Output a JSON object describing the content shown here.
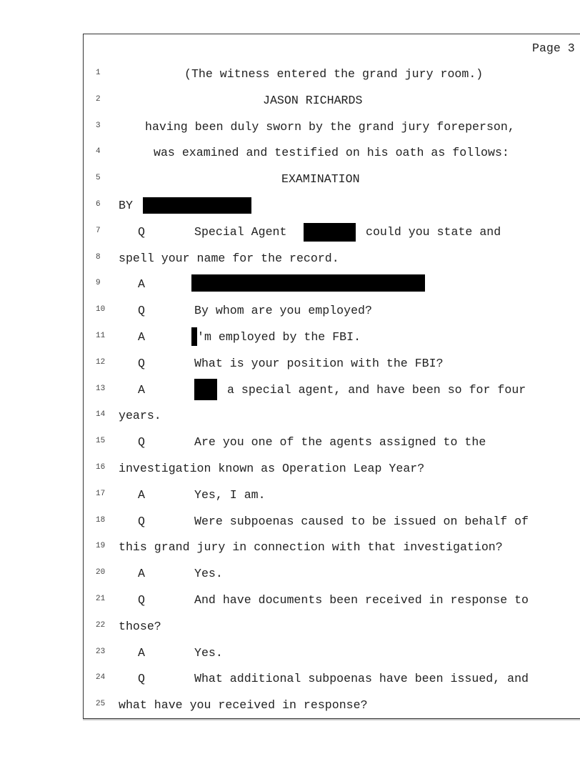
{
  "page_label": "Page 3",
  "line_numbers": [
    "1",
    "2",
    "3",
    "4",
    "5",
    "6",
    "7",
    "8",
    "9",
    "10",
    "11",
    "12",
    "13",
    "14",
    "15",
    "16",
    "17",
    "18",
    "19",
    "20",
    "21",
    "22",
    "23",
    "24",
    "25"
  ],
  "lines": {
    "l1": "(The witness entered the grand jury room.)",
    "l2": "JASON RICHARDS",
    "l3": "having been duly sworn by the grand jury foreperson,",
    "l4": "was examined and testified on his oath as follows:",
    "l5": "EXAMINATION",
    "l6": "BY",
    "l7a": "Special Agent",
    "l7b": "could you state and",
    "l8": "spell your name for the record.",
    "l10": "By whom are you employed?",
    "l11": "'m employed by the FBI.",
    "l12": "What is your position with the FBI?",
    "l13": "a special agent, and have been so for four",
    "l14": "years.",
    "l15": "Are you one of the agents assigned to the",
    "l16": "investigation known as Operation Leap Year?",
    "l17": "Yes, I am.",
    "l18": "Were subpoenas caused to be issued on behalf of",
    "l19": "this grand jury in connection with that investigation?",
    "l20": "Yes.",
    "l21": "And have documents been received in response to",
    "l22": "those?",
    "l23": "Yes.",
    "l24": "What additional subpoenas have been issued, and",
    "l25": "what have you received in response?"
  },
  "speakers": {
    "q": "Q",
    "a": "A"
  }
}
